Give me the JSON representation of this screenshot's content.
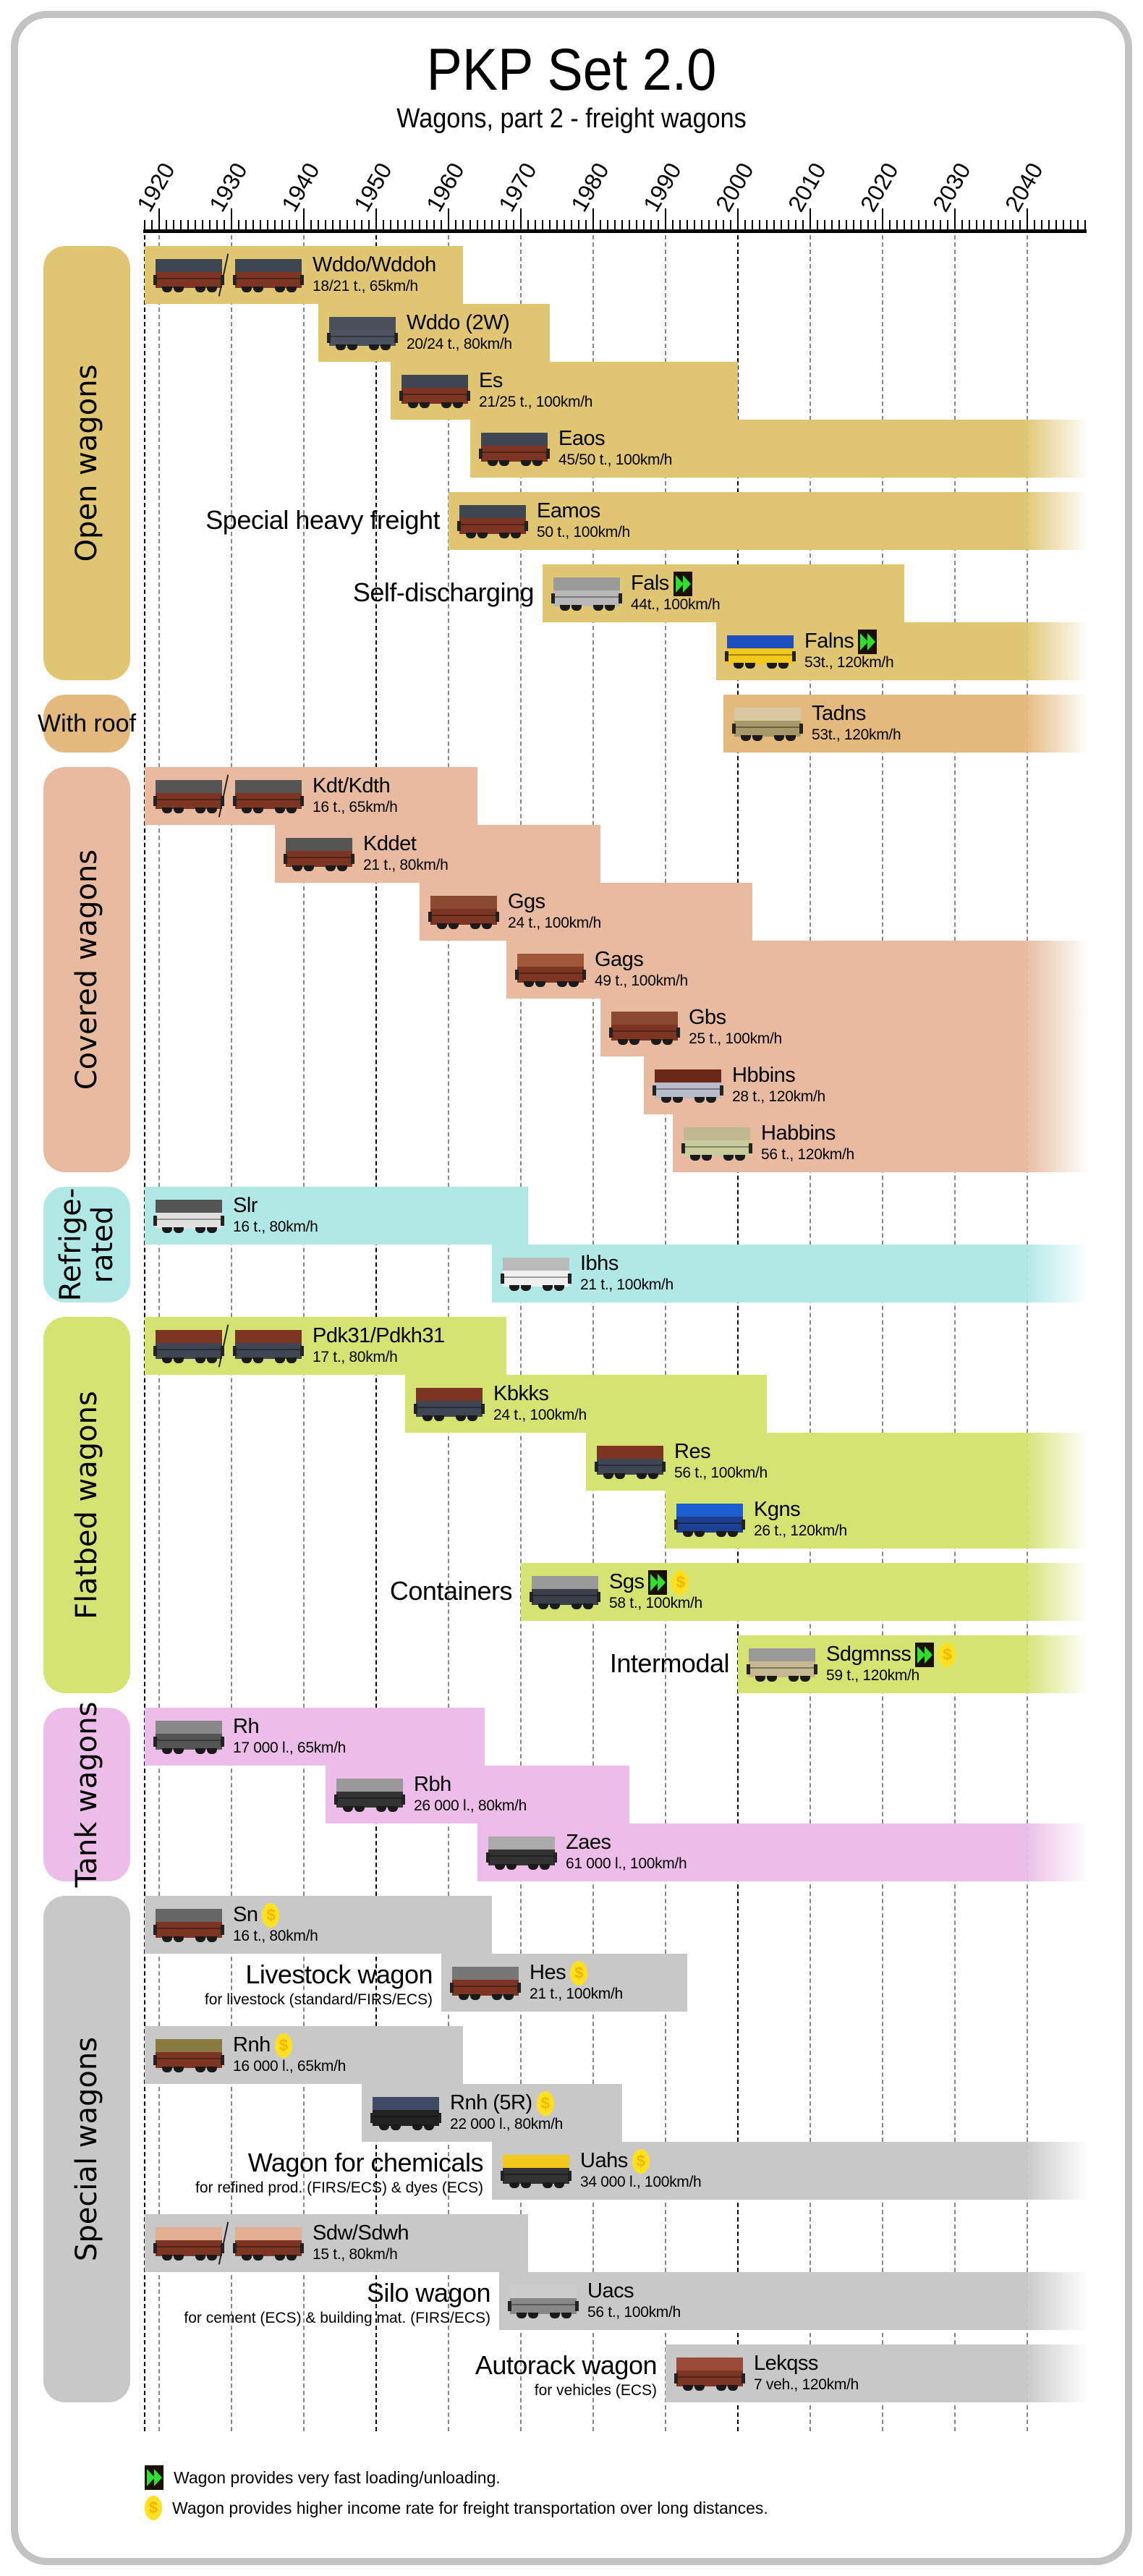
{
  "title": "PKP Set 2.0",
  "subtitle": "Wagons, part 2 - freight wagons",
  "axis": {
    "years": [
      "1920",
      "1930",
      "1940",
      "1950",
      "1960",
      "1970",
      "1980",
      "1990",
      "2000",
      "2010",
      "2020",
      "2030",
      "2040"
    ],
    "start_year": 1918,
    "end_year": 2048
  },
  "groups": [
    {
      "label": "Open wagons",
      "color": "#e0c672"
    },
    {
      "label": "With roof",
      "color": "#e4b97d"
    },
    {
      "label": "Covered wagons",
      "color": "#e8bba0"
    },
    {
      "label": "Refrige-\nrated",
      "color": "#b0e8e6"
    },
    {
      "label": "Flatbed wagons",
      "color": "#d5e372"
    },
    {
      "label": "Tank wagons",
      "color": "#ebbde8"
    },
    {
      "label": "Special wagons",
      "color": "#c8c8c8"
    }
  ],
  "wagons": [
    {
      "group": 0,
      "name": "Wddo/Wddoh",
      "spec": "18/21 t., 65km/h",
      "start": 1918,
      "end": 1962,
      "double": true,
      "roof": "#3e4652",
      "body": "#7b3522"
    },
    {
      "group": 0,
      "name": "Wddo (2W)",
      "spec": "20/24 t., 80km/h",
      "start": 1942,
      "end": 1974,
      "roof": "#4a4f58",
      "body": "#4d535e"
    },
    {
      "group": 0,
      "name": "Es",
      "spec": "21/25 t., 100km/h",
      "start": 1952,
      "end": 2000,
      "roof": "#3e4652",
      "body": "#7b3522"
    },
    {
      "group": 0,
      "name": "Eaos",
      "spec": "45/50 t., 100km/h",
      "start": 1963,
      "end": null,
      "roof": "#3e4652",
      "body": "#7b3522"
    },
    {
      "group": 0,
      "name": "Eamos",
      "spec": "50 t., 100km/h",
      "start": 1960,
      "end": null,
      "label": "Special heavy freight",
      "roof": "#3e4652",
      "body": "#7b3522"
    },
    {
      "group": 0,
      "name": "Fals",
      "spec": "44t., 100km/h",
      "start": 1973,
      "end": 2023,
      "label": "Self-discharging",
      "fast": true,
      "roof": "#9a9a9a",
      "body": "#b8b8b8"
    },
    {
      "group": 0,
      "name": "Falns",
      "spec": "53t., 120km/h",
      "start": 1997,
      "end": null,
      "fast": true,
      "roof": "#1d4fc0",
      "body": "#f2c81a"
    },
    {
      "group": 1,
      "name": "Tadns",
      "spec": "53t., 120km/h",
      "start": 1998,
      "end": null,
      "roof": "#d8c8a0",
      "body": "#a89868"
    },
    {
      "group": 2,
      "name": "Kdt/Kdth",
      "spec": "16 t., 65km/h",
      "start": 1918,
      "end": 1964,
      "double": true,
      "roof": "#555",
      "body": "#7b3522"
    },
    {
      "group": 2,
      "name": "Kddet",
      "spec": "21 t., 80km/h",
      "start": 1936,
      "end": 1981,
      "roof": "#555",
      "body": "#7b3522"
    },
    {
      "group": 2,
      "name": "Ggs",
      "spec": "24 t., 100km/h",
      "start": 1956,
      "end": 2002,
      "roof": "#8a4a30",
      "body": "#7b3522"
    },
    {
      "group": 2,
      "name": "Gags",
      "spec": "49 t., 100km/h",
      "start": 1968,
      "end": null,
      "roof": "#a0583a",
      "body": "#7b3522"
    },
    {
      "group": 2,
      "name": "Gbs",
      "spec": "25 t., 100km/h",
      "start": 1981,
      "end": null,
      "roof": "#8a4a30",
      "body": "#7b3522"
    },
    {
      "group": 2,
      "name": "Hbbins",
      "spec": "28 t., 120km/h",
      "start": 1987,
      "end": null,
      "roof": "#6a2818",
      "body": "#b8bcc8"
    },
    {
      "group": 2,
      "name": "Habbins",
      "spec": "56 t., 120km/h",
      "start": 1991,
      "end": null,
      "roof": "#c0b890",
      "body": "#c8cc9a"
    },
    {
      "group": 3,
      "name": "Slr",
      "spec": "16 t., 80km/h",
      "start": 1918,
      "end": 1971,
      "roof": "#555",
      "body": "#e0e0e0"
    },
    {
      "group": 3,
      "name": "Ibhs",
      "spec": "21 t., 100km/h",
      "start": 1966,
      "end": null,
      "roof": "#bbb",
      "body": "#f0f0f0"
    },
    {
      "group": 4,
      "name": "Pdk31/Pdkh31",
      "spec": "17 t., 80km/h",
      "start": 1918,
      "end": 1968,
      "double": true,
      "roof": "#7b3522",
      "body": "#3e4652"
    },
    {
      "group": 4,
      "name": "Kbkks",
      "spec": "24 t., 100km/h",
      "start": 1954,
      "end": 2004,
      "roof": "#7b3522",
      "body": "#3e4652"
    },
    {
      "group": 4,
      "name": "Res",
      "spec": "56 t., 100km/h",
      "start": 1979,
      "end": null,
      "roof": "#7b3522",
      "body": "#3e4652"
    },
    {
      "group": 4,
      "name": "Kgns",
      "spec": "26 t., 120km/h",
      "start": 1990,
      "end": null,
      "roof": "#1d5fd0",
      "body": "#1d3f90"
    },
    {
      "group": 4,
      "name": "Sgs",
      "spec": "58 t., 100km/h",
      "start": 1970,
      "end": null,
      "label": "Containers",
      "fast": true,
      "coin": true,
      "roof": "#9a9a9a",
      "body": "#3a3f4a"
    },
    {
      "group": 4,
      "name": "Sdgmnss",
      "spec": "59 t., 120km/h",
      "start": 2000,
      "end": null,
      "label": "Intermodal",
      "fast": true,
      "coin": true,
      "roof": "#9a9a9a",
      "body": "#c8b890"
    },
    {
      "group": 5,
      "name": "Rh",
      "spec": "17 000 l., 65km/h",
      "start": 1918,
      "end": 1965,
      "roof": "#888",
      "body": "#555"
    },
    {
      "group": 5,
      "name": "Rbh",
      "spec": "26 000 l., 80km/h",
      "start": 1943,
      "end": 1985,
      "roof": "#999",
      "body": "#333"
    },
    {
      "group": 5,
      "name": "Zaes",
      "spec": "61 000 l., 100km/h",
      "start": 1964,
      "end": null,
      "roof": "#aaa",
      "body": "#333"
    },
    {
      "group": 6,
      "name": "Sn",
      "spec": "16 t., 80km/h",
      "start": 1918,
      "end": 1966,
      "coin": true,
      "roof": "#666",
      "body": "#7b3522"
    },
    {
      "group": 6,
      "name": "Hes",
      "spec": "21 t., 100km/h",
      "start": 1959,
      "end": 1993,
      "coin": true,
      "label": "Livestock wagon",
      "sublabel": "for livestock (standard/FIRS/ECS)",
      "roof": "#777",
      "body": "#7b3522"
    },
    {
      "group": 6,
      "name": "Rnh",
      "spec": "16 000 l., 65km/h",
      "start": 1918,
      "end": 1962,
      "coin": true,
      "roof": "#8a7a40",
      "body": "#7b3522"
    },
    {
      "group": 6,
      "name": "Rnh (5R)",
      "spec": "22 000 l., 80km/h",
      "start": 1948,
      "end": 1984,
      "coin": true,
      "roof": "#3e4a66",
      "body": "#222"
    },
    {
      "group": 6,
      "name": "Uahs",
      "spec": "34 000 l., 100km/h",
      "start": 1966,
      "end": null,
      "coin": true,
      "label": "Wagon for chemicals",
      "sublabel": "for refined prod. (FIRS/ECS) & dyes (ECS)",
      "roof": "#f2c81a",
      "body": "#333"
    },
    {
      "group": 6,
      "name": "Sdw/Sdwh",
      "spec": "15 t., 80km/h",
      "start": 1918,
      "end": 1971,
      "double": true,
      "roof": "#e0b090",
      "body": "#7b3522"
    },
    {
      "group": 6,
      "name": "Uacs",
      "spec": "56 t., 100km/h",
      "start": 1967,
      "end": null,
      "label": "Silo wagon",
      "sublabel": "for cement (ECS) & building mat. (FIRS/ECS)",
      "roof": "#ccc",
      "body": "#888"
    },
    {
      "group": 6,
      "name": "Lekqss",
      "spec": "7 veh., 120km/h",
      "start": 1990,
      "end": null,
      "label": "Autorack wagon",
      "sublabel": "for vehicles (ECS)",
      "roof": "#9a4a38",
      "body": "#7b3522"
    }
  ],
  "legend": {
    "fast": "Wagon provides very fast loading/unloading.",
    "coin": "Wagon provides higher income rate for freight transportation over long distances.",
    "coin_symbol": "$"
  }
}
